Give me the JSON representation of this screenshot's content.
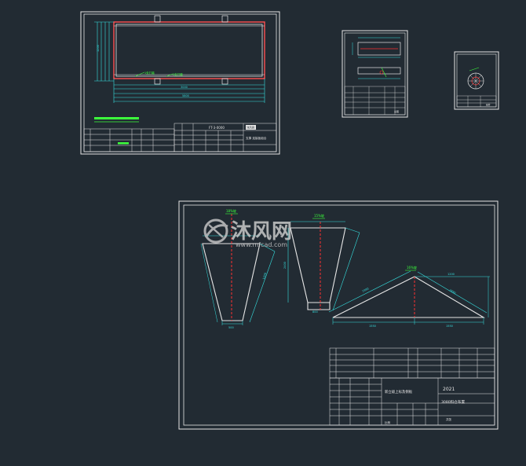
{
  "canvas": {
    "background": "#222b33",
    "line_color": "#e6e6e6",
    "dimension_color": "#36e0e0",
    "callout_color": "#3cff3c",
    "accent_red": "#ff3030"
  },
  "sheet_a": {
    "title_block": {
      "drawing_no": "FT-3-0000",
      "company": "沐风网",
      "drawing_name": "支撑 连接板组合"
    },
    "callouts": [
      "1处打磨",
      "2处打磨"
    ],
    "dimensions": [
      "3000",
      "5800",
      "1200"
    ]
  },
  "sheet_b": {
    "title_block": {
      "label": "总图"
    }
  },
  "sheet_c": {
    "title_block": {
      "label": "组件"
    }
  },
  "sheet_d": {
    "callouts": [
      "18%坡",
      "15%坡",
      "16%坡"
    ],
    "dimensions": [
      "1200",
      "500",
      "2400",
      "800",
      "1550",
      "1990",
      "2890"
    ],
    "title_block": {
      "year": "2021",
      "project": "新立级上标及侧板",
      "drawing_name": "3080料仓布置",
      "scale_label": "比例",
      "sheet_label": "共张"
    }
  },
  "watermark": {
    "brand_cn": "沐风网",
    "url": "www.mfcad.com"
  }
}
